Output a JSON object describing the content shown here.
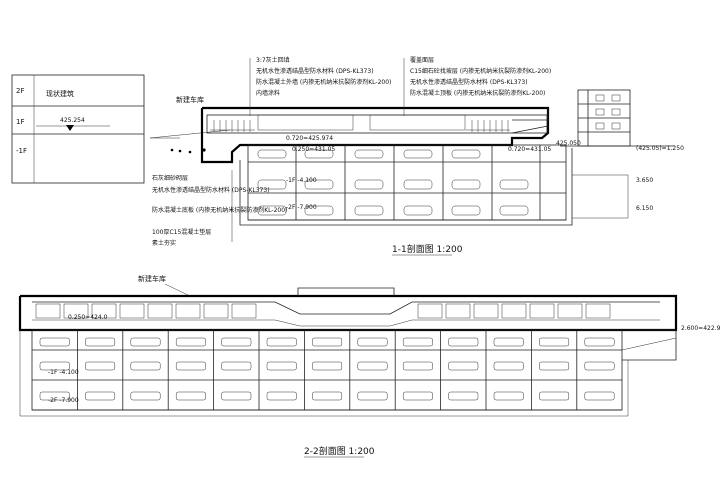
{
  "legend": {
    "floors": [
      "2F",
      "1F",
      "-1F"
    ],
    "floor_2_name": "现状建筑",
    "level_1f": "425.254"
  },
  "section_1": {
    "building_label": "新建车库",
    "title": "1-1剖面图 1:200",
    "top_notes": [
      "3:7灰土回填",
      "无机水性渗透结晶型防水材料 (DPS-KL373)",
      "防水混凝土外墙 (内掺无机纳米抗裂防渗剂KL-200)",
      "内墙涂料"
    ],
    "right_notes": [
      "覆盖面层",
      "C15细石砼找坡层 (内掺无机纳米抗裂防渗剂KL-200)",
      "无机水性渗透结晶型防水材料 (DPS-KL373)",
      "防水混凝土顶板 (内掺无机纳米抗裂防渗剂KL-200)"
    ],
    "left_notes": [
      "石灰细砂砌层",
      "无机水性渗透结晶型防水材料 (DPS-KL373)",
      "防水混凝土底板 (内掺无机纳米抗裂防渗剂KL-200)",
      "100厚C15混凝土垫层",
      "素土夯实"
    ],
    "levels": {
      "roof_left": "0.720=425.974",
      "roof_mid": "0.250=431.05",
      "roof_right": "0.720=431.05",
      "ground_right": "425.050",
      "ground_far": "(425.05)=1.250",
      "b1": "-1F -4.100",
      "b2": "-2F -7.900",
      "r1": "3.650",
      "r2": "6.150"
    }
  },
  "section_2": {
    "building_label": "新建车库",
    "title": "2-2剖面图 1:200",
    "levels": {
      "roof": "0.250=424.0",
      "b1": "-1F -4.100",
      "b2": "-2F -7.900",
      "right": "2.600=422.9"
    }
  }
}
